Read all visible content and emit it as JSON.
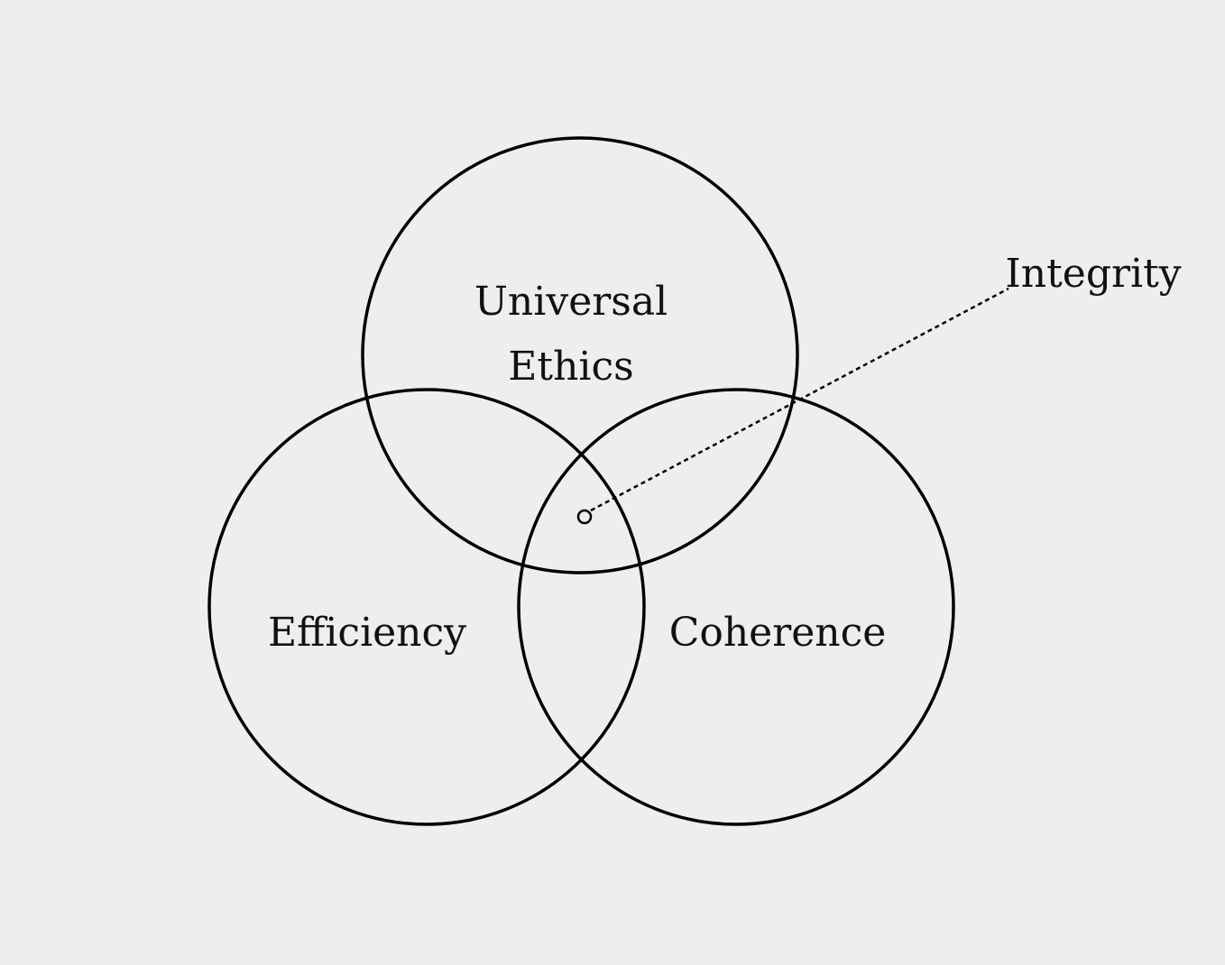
{
  "diagram": {
    "type": "venn",
    "sets": [
      {
        "label_lines": [
          "Universal",
          "Ethics"
        ]
      },
      {
        "label_lines": [
          "Efficiency"
        ]
      },
      {
        "label_lines": [
          "Coherence"
        ]
      }
    ],
    "intersection_label": "Integrity",
    "colors": {
      "background": "#eeeeee",
      "stroke": "#000000"
    }
  }
}
